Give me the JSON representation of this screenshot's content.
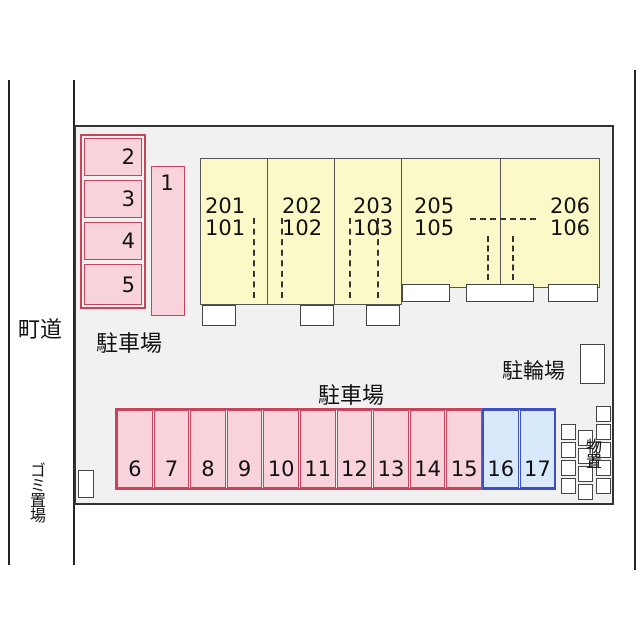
{
  "labels": {
    "road": "町道",
    "parking_upper": "駐車場",
    "parking_lower": "駐車場",
    "bicycle": "駐輪場",
    "garbage": "ゴミ置場",
    "storage": "物置"
  },
  "left_parking": [
    "2",
    "3",
    "4",
    "5"
  ],
  "parking_one": "1",
  "units": [
    {
      "upper": "201",
      "lower": "101"
    },
    {
      "upper": "202",
      "lower": "102"
    },
    {
      "upper": "203",
      "lower": "103"
    },
    {
      "upper": "205",
      "lower": "105"
    },
    {
      "upper": "206",
      "lower": "106"
    }
  ],
  "bottom_parking_pink": [
    "6",
    "7",
    "8",
    "9",
    "10",
    "11",
    "12",
    "13",
    "14",
    "15"
  ],
  "bottom_parking_blue": [
    "16",
    "17"
  ],
  "colors": {
    "parking_pink": "#f9d3dc",
    "parking_pink_border": "#c9435d",
    "parking_blue": "#d7e9fb",
    "parking_blue_border": "#3c4fc4",
    "building": "#fcf9c8"
  }
}
